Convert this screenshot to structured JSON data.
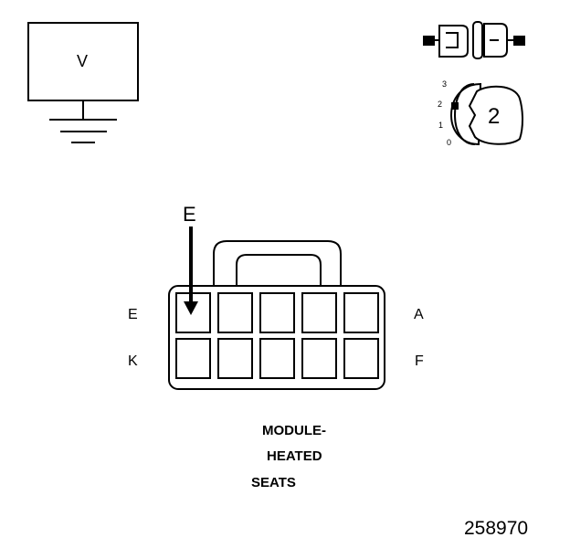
{
  "voltmeter": {
    "label": "V"
  },
  "ignition_switch": {
    "positions": [
      "3",
      "2",
      "1",
      "0"
    ],
    "selected": "2"
  },
  "connector": {
    "arrow_label": "E",
    "row_labels": {
      "top_left": "E",
      "top_right": "A",
      "bottom_left": "K",
      "bottom_right": "F"
    },
    "pins_per_row": 5,
    "rows": 2
  },
  "caption": {
    "line1": "MODULE-",
    "line2": "HEATED",
    "line3": "SEATS"
  },
  "figure_id": "258970"
}
